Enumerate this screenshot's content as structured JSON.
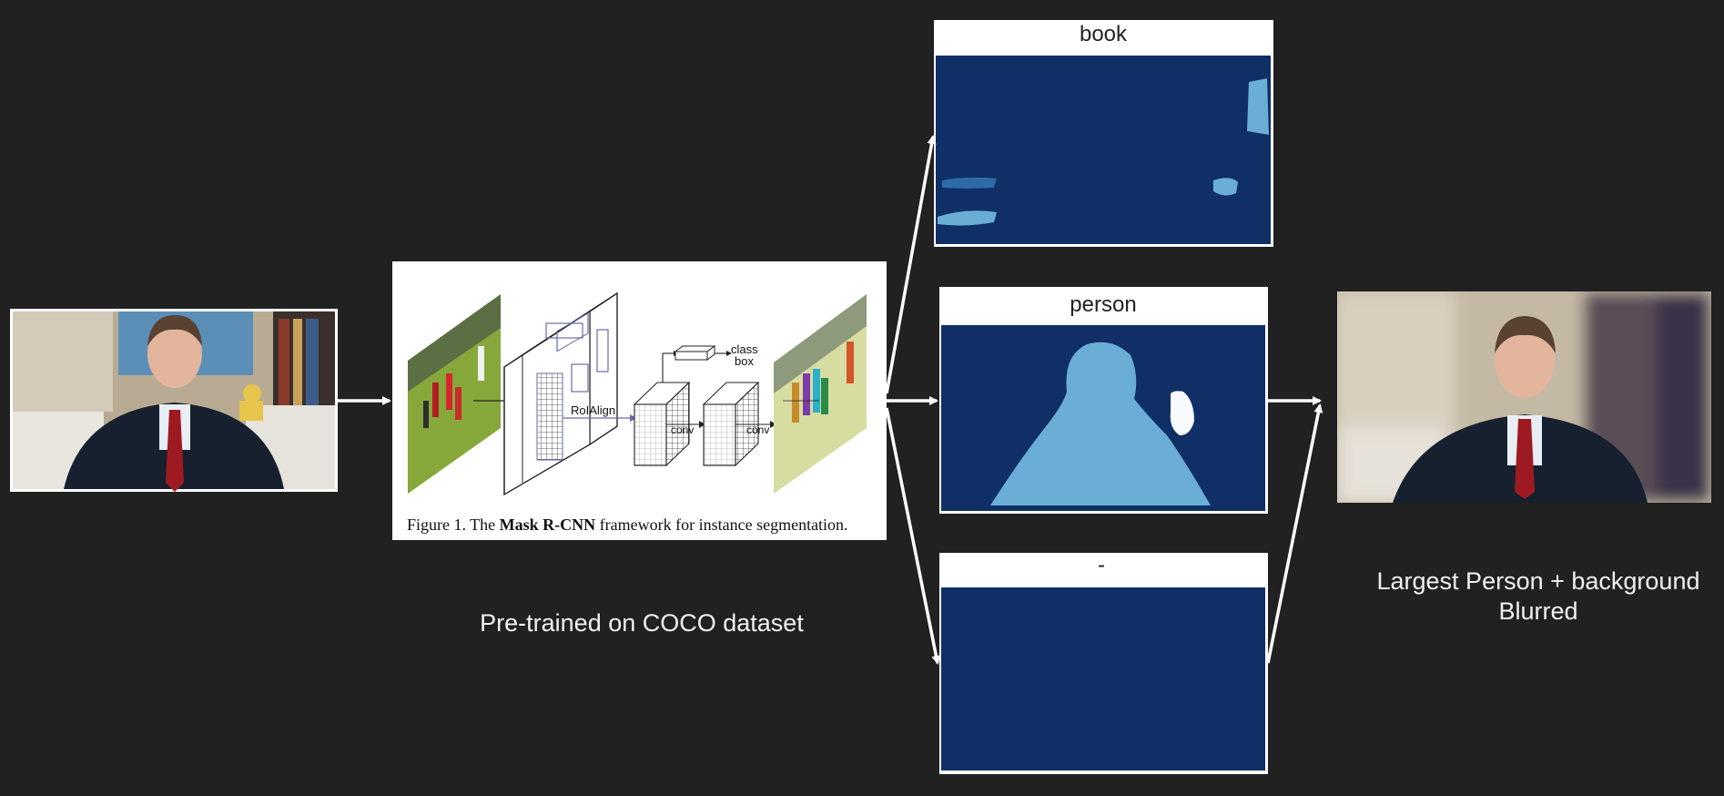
{
  "colors": {
    "background": "#212121",
    "arrow": "#ffffff",
    "mask_background": "#0f2f66",
    "mask_foreground": "#6aaed6",
    "mask_highlight": "#f7fbff"
  },
  "input_image": {
    "icon": "person-photo-icon"
  },
  "model_figure": {
    "caption_prefix": "Figure 1. The",
    "caption_bold": "Mask R-CNN",
    "caption_suffix": "framework for instance segmentation.",
    "label_roialign": "RoIAlign",
    "label_class": "class",
    "label_box": "box",
    "label_conv1": "conv",
    "label_conv2": "conv"
  },
  "model_caption": "Pre-trained on COCO dataset",
  "masks": [
    {
      "title": "book"
    },
    {
      "title": "person"
    },
    {
      "title": "-"
    }
  ],
  "output": {
    "icon": "blurred-person-photo-icon",
    "caption_line1": "Largest Person + background",
    "caption_line2": "Blurred"
  }
}
